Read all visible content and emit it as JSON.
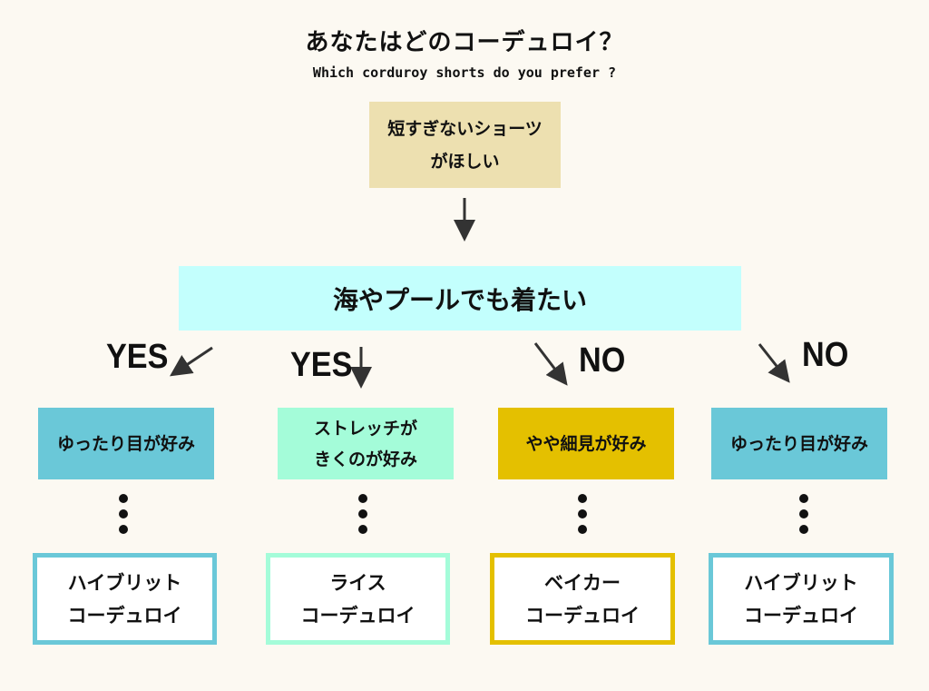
{
  "title": "あなたはどのコーデュロイ？",
  "subtitle": "Which corduroy shorts do you prefer ?",
  "start_box": {
    "lines": [
      "短すぎないショーツ",
      "がほしい"
    ]
  },
  "question_box": {
    "text": "海やプールでも着たい"
  },
  "branches": [
    {
      "label": "YES",
      "condition": [
        "ゆったり目が好み"
      ],
      "result": [
        "ハイブリット",
        "コーデュロイ"
      ],
      "condition_color": "#6ac8d8",
      "result_border": "#6ac8d8"
    },
    {
      "label": "YES",
      "condition": [
        "ストレッチが",
        "きくのが好み"
      ],
      "result": [
        "ライス",
        "コーデュロイ"
      ],
      "condition_color": "#a4fcd9",
      "result_border": "#a4fcd9"
    },
    {
      "label": "NO",
      "condition": [
        "やや細見が好み"
      ],
      "result": [
        "ベイカー",
        "コーデュロイ"
      ],
      "condition_color": "#e4c000",
      "result_border": "#e4c000"
    },
    {
      "label": "NO",
      "condition": [
        "ゆったり目が好み"
      ],
      "result": [
        "ハイブリット",
        "コーデュロイ"
      ],
      "condition_color": "#6ac8d8",
      "result_border": "#6ac8d8"
    }
  ],
  "arrow_color": "#333333"
}
